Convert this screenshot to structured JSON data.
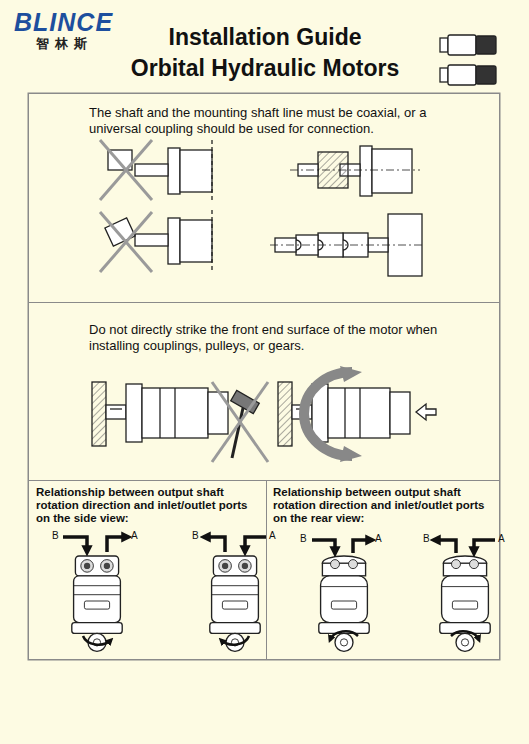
{
  "diagram": {
    "title": "Installation Guide Orbital Hydraulic Motors",
    "nodes": [
      {
        "text": [
          "The shaft and the mounting shaft line must be coaxial, or a universal coupling should be used for connection."
        ]
      },
      {
        "text": [
          "Do not directly strike the front end surface of the motor when installing couplings, pulleys, or gears."
        ]
      },
      {
        "text": [
          "Relationship between output shaft rotation direction and inlet/outlet ports on the side view:"
        ]
      },
      {
        "text": [
          "Relationship between output shaft rotation direction and inlet/outlet ports on the rear view:"
        ]
      }
    ],
    "labels": [
      "BLINCE",
      "智林斯",
      "B",
      "A",
      "B",
      "A",
      "B",
      "A",
      "B",
      "A"
    ]
  }
}
